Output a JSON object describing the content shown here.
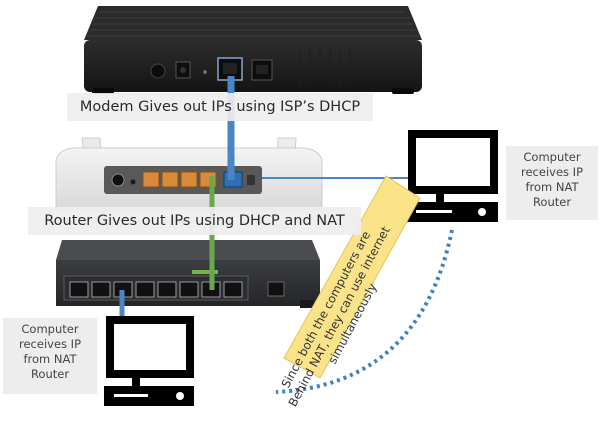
{
  "labels": {
    "modem": "Modem Gives out IPs using ISP’s DHCP",
    "router": "Router Gives out IPs using DHCP and NAT",
    "computer_right": "Computer\nreceives IP\nfrom NAT\nRouter",
    "computer_left": "Computer\nreceives IP\nfrom NAT\nRouter",
    "sticky_note": "Since both the computers are\nBehind NAT, they can use internet\nsimultaneously"
  },
  "colors": {
    "modem_link": "#4a86c5",
    "router_link": "#6aa84f",
    "sticky_note": "#fbe38a",
    "dotted_arc": "#3b82c4",
    "ethernet_ports": "#d88a3a"
  },
  "icons": {
    "modem": "dsl-modem-icon",
    "router": "wifi-router-icon",
    "switch": "network-switch-icon",
    "computer": "desktop-computer-icon"
  }
}
